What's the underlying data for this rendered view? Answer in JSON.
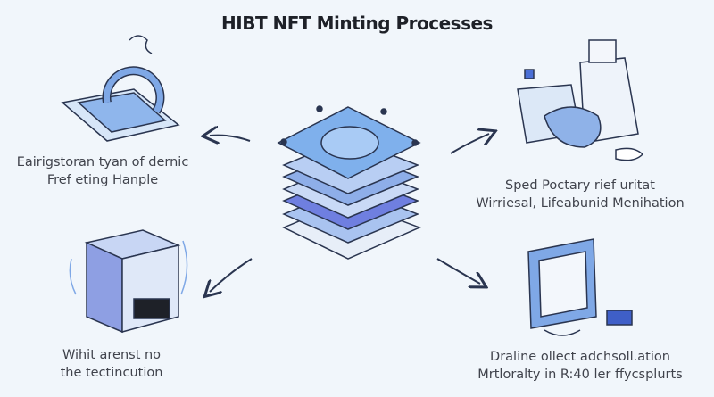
{
  "title": "HIBT NFT Minting Processes",
  "captions": {
    "top_left": [
      "Eairigstoran tyan of dernic",
      "Fref eting Hanple"
    ],
    "top_right": [
      "Sped Poctary rief uritat",
      "Wirriesal, Lifeabunid Menihation"
    ],
    "bottom_left": [
      "Wihit arenst no",
      "the tectincution"
    ],
    "bottom_right": [
      "Draline ollect adchsoll.ation",
      "Mrtloralty in R:40 ler ffycsplurts"
    ]
  },
  "colors": {
    "background": "#f1f6fb",
    "accent": "#7fa8e6",
    "deep": "#6474d8",
    "ink": "#1e2128"
  }
}
